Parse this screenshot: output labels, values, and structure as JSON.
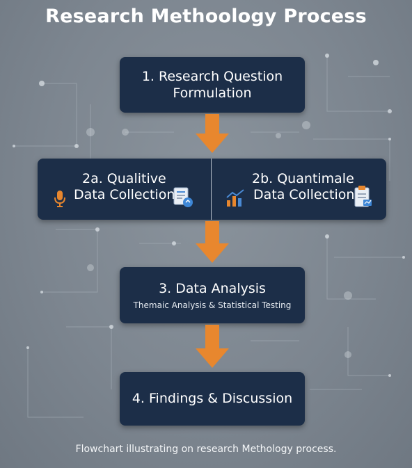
{
  "title": "Research Methoology Process",
  "steps": [
    {
      "line1": "1. Research Question",
      "line2": "Formulation"
    },
    {
      "left": {
        "line1": "2a. Qualitive",
        "line2": "Data Collection"
      },
      "right": {
        "line1": "2b. Quantimale",
        "line2": "Data Collection"
      }
    },
    {
      "title": "3. Data Analysis",
      "subtitle": "Themaic Analysis & Statistical Testing"
    },
    {
      "title": "4. Findings & Discussion"
    }
  ],
  "caption": "Flowchart illustrating on research Methology process.",
  "colors": {
    "box": "#1c2e48",
    "arrow": "#e8872e",
    "background": "#7d8690"
  },
  "icons": {
    "qualitative": [
      "microphone-icon",
      "document-icon"
    ],
    "quantitative": [
      "bar-chart-icon",
      "clipboard-icon"
    ]
  }
}
